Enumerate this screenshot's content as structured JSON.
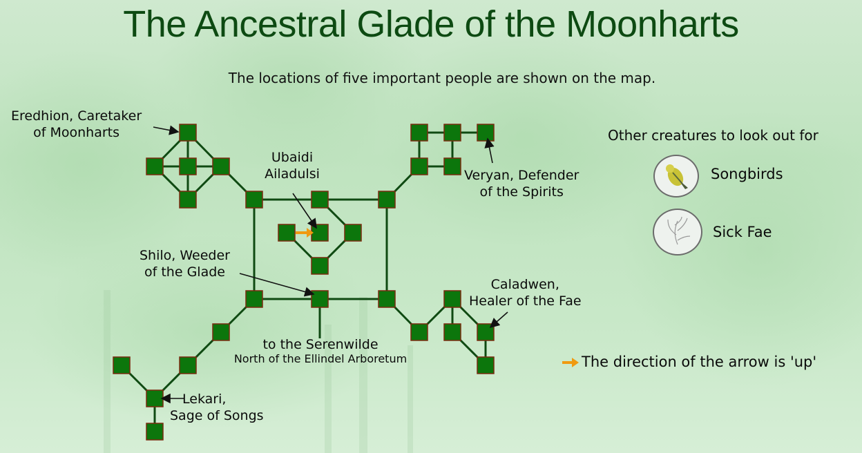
{
  "title": "The Ancestral Glade of the Moonharts",
  "subtitle": "The locations of five important people are shown on the map.",
  "people": [
    {
      "id": "eredhion",
      "lines": [
        "Eredhion, Caretaker",
        "of Moonharts"
      ]
    },
    {
      "id": "ubaidi",
      "lines": [
        "Ubaidi",
        "Ailadulsi"
      ]
    },
    {
      "id": "veryan",
      "lines": [
        "Veryan, Defender",
        "of the Spirits"
      ]
    },
    {
      "id": "shilo",
      "lines": [
        "Shilo, Weeder",
        "of the Glade"
      ]
    },
    {
      "id": "caladwen",
      "lines": [
        "Caladwen,",
        "Healer of the Fae"
      ]
    },
    {
      "id": "lekari",
      "lines": [
        "Lekari,",
        "Sage of Songs"
      ]
    }
  ],
  "exit": {
    "line1": "to the Serenwilde",
    "line2": "North of the Ellindel Arboretum"
  },
  "legend": {
    "heading": "Other creatures to look out for",
    "items": [
      {
        "label": "Songbirds",
        "icon": "songbird-icon"
      },
      {
        "label": "Sick Fae",
        "icon": "sick-fae-icon"
      }
    ],
    "arrow_note": "The direction of the arrow is 'up'"
  },
  "colors": {
    "room": "#0c760c",
    "room_border": "#7a2b10",
    "path": "#0f4a12",
    "arrow": "#f09a10",
    "title": "#0d4a12"
  }
}
